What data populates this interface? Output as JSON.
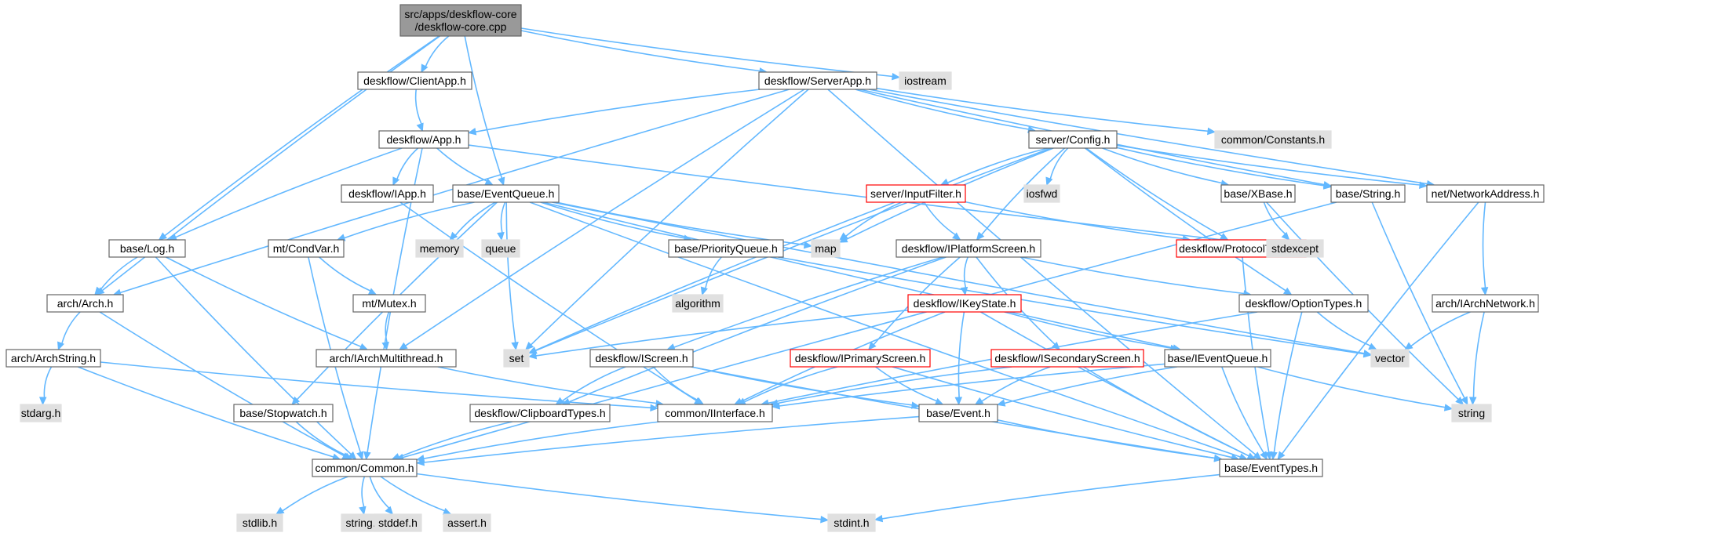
{
  "colors": {
    "edge": "#63b8ff",
    "root_fill": "#999999",
    "root_stroke": "#666666",
    "local_fill": "#ffffff",
    "local_stroke": "#666666",
    "system_fill": "#e0e0e0",
    "system_stroke": "#e0e0e0",
    "incomplete_stroke": "#ff0000"
  },
  "nodes": [
    {
      "id": "root",
      "label": "src/apps/deskflow-core\n/deskflow-core.cpp",
      "kind": "root"
    },
    {
      "id": "clientapp",
      "label": "deskflow/ClientApp.h",
      "kind": "local"
    },
    {
      "id": "serverapp",
      "label": "deskflow/ServerApp.h",
      "kind": "local"
    },
    {
      "id": "iostream",
      "label": "iostream",
      "kind": "system"
    },
    {
      "id": "app",
      "label": "deskflow/App.h",
      "kind": "local"
    },
    {
      "id": "config",
      "label": "server/Config.h",
      "kind": "local"
    },
    {
      "id": "constants",
      "label": "common/Constants.h",
      "kind": "system"
    },
    {
      "id": "iapp",
      "label": "deskflow/IApp.h",
      "kind": "local"
    },
    {
      "id": "eventqueue",
      "label": "base/EventQueue.h",
      "kind": "local"
    },
    {
      "id": "inputfilter",
      "label": "server/InputFilter.h",
      "kind": "incomplete"
    },
    {
      "id": "iosfwd",
      "label": "iosfwd",
      "kind": "system"
    },
    {
      "id": "xbase",
      "label": "base/XBase.h",
      "kind": "local"
    },
    {
      "id": "string_h2",
      "label": "base/String.h",
      "kind": "local"
    },
    {
      "id": "netaddr",
      "label": "net/NetworkAddress.h",
      "kind": "local"
    },
    {
      "id": "log",
      "label": "base/Log.h",
      "kind": "local"
    },
    {
      "id": "condvar",
      "label": "mt/CondVar.h",
      "kind": "local"
    },
    {
      "id": "memory",
      "label": "memory",
      "kind": "system"
    },
    {
      "id": "queue",
      "label": "queue",
      "kind": "system"
    },
    {
      "id": "map",
      "label": "map",
      "kind": "system"
    },
    {
      "id": "pqueue",
      "label": "base/PriorityQueue.h",
      "kind": "local"
    },
    {
      "id": "iplatform",
      "label": "deskflow/IPlatformScreen.h",
      "kind": "local"
    },
    {
      "id": "prototypes",
      "label": "deskflow/ProtocolTypes.h",
      "kind": "incomplete"
    },
    {
      "id": "stdexcept",
      "label": "stdexcept",
      "kind": "system"
    },
    {
      "id": "arch",
      "label": "arch/Arch.h",
      "kind": "local"
    },
    {
      "id": "mutex",
      "label": "mt/Mutex.h",
      "kind": "local"
    },
    {
      "id": "algorithm",
      "label": "algorithm",
      "kind": "system"
    },
    {
      "id": "ikeystate",
      "label": "deskflow/IKeyState.h",
      "kind": "incomplete"
    },
    {
      "id": "optiontypes",
      "label": "deskflow/OptionTypes.h",
      "kind": "local"
    },
    {
      "id": "iarchnet",
      "label": "arch/IArchNetwork.h",
      "kind": "local"
    },
    {
      "id": "archstring",
      "label": "arch/ArchString.h",
      "kind": "local"
    },
    {
      "id": "iarchmt",
      "label": "arch/IArchMultithread.h",
      "kind": "local"
    },
    {
      "id": "set",
      "label": "set",
      "kind": "system"
    },
    {
      "id": "iscreen",
      "label": "deskflow/IScreen.h",
      "kind": "local"
    },
    {
      "id": "iprimary",
      "label": "deskflow/IPrimaryScreen.h",
      "kind": "incomplete"
    },
    {
      "id": "isecondary",
      "label": "deskflow/ISecondaryScreen.h",
      "kind": "incomplete"
    },
    {
      "id": "ieventqueue",
      "label": "base/IEventQueue.h",
      "kind": "local"
    },
    {
      "id": "vector",
      "label": "vector",
      "kind": "system"
    },
    {
      "id": "stdarg",
      "label": "stdarg.h",
      "kind": "system"
    },
    {
      "id": "stopwatch",
      "label": "base/Stopwatch.h",
      "kind": "local"
    },
    {
      "id": "clipboard",
      "label": "deskflow/ClipboardTypes.h",
      "kind": "local"
    },
    {
      "id": "iinterface",
      "label": "common/IInterface.h",
      "kind": "local"
    },
    {
      "id": "event",
      "label": "base/Event.h",
      "kind": "local"
    },
    {
      "id": "string_std",
      "label": "string",
      "kind": "system"
    },
    {
      "id": "common",
      "label": "common/Common.h",
      "kind": "local"
    },
    {
      "id": "eventtypes",
      "label": "base/EventTypes.h",
      "kind": "local"
    },
    {
      "id": "stdlib",
      "label": "stdlib.h",
      "kind": "system"
    },
    {
      "id": "string_h",
      "label": "string.h",
      "kind": "system"
    },
    {
      "id": "stddef",
      "label": "stddef.h",
      "kind": "system"
    },
    {
      "id": "assert",
      "label": "assert.h",
      "kind": "system"
    },
    {
      "id": "stdint",
      "label": "stdint.h",
      "kind": "system"
    }
  ],
  "edges": [
    [
      "root",
      "arch"
    ],
    [
      "root",
      "log"
    ],
    [
      "root",
      "clientapp"
    ],
    [
      "root",
      "eventqueue"
    ],
    [
      "root",
      "serverapp"
    ],
    [
      "root",
      "iostream"
    ],
    [
      "clientapp",
      "app"
    ],
    [
      "serverapp",
      "app"
    ],
    [
      "serverapp",
      "arch"
    ],
    [
      "serverapp",
      "iarchmt"
    ],
    [
      "serverapp",
      "set"
    ],
    [
      "serverapp",
      "config"
    ],
    [
      "serverapp",
      "constants"
    ],
    [
      "serverapp",
      "string_h2"
    ],
    [
      "serverapp",
      "netaddr"
    ],
    [
      "serverapp",
      "eventtypes"
    ],
    [
      "app",
      "log"
    ],
    [
      "app",
      "common"
    ],
    [
      "app",
      "iapp"
    ],
    [
      "app",
      "eventqueue"
    ],
    [
      "app",
      "stdexcept"
    ],
    [
      "iapp",
      "iinterface"
    ],
    [
      "eventqueue",
      "condvar"
    ],
    [
      "eventqueue",
      "memory"
    ],
    [
      "eventqueue",
      "queue"
    ],
    [
      "eventqueue",
      "set"
    ],
    [
      "eventqueue",
      "map"
    ],
    [
      "eventqueue",
      "pqueue"
    ],
    [
      "eventqueue",
      "stopwatch"
    ],
    [
      "eventqueue",
      "ieventqueue"
    ],
    [
      "eventqueue",
      "eventtypes"
    ],
    [
      "eventqueue",
      "vector"
    ],
    [
      "config",
      "inputfilter"
    ],
    [
      "config",
      "iosfwd"
    ],
    [
      "config",
      "xbase"
    ],
    [
      "config",
      "string_h2"
    ],
    [
      "config",
      "netaddr"
    ],
    [
      "config",
      "map"
    ],
    [
      "config",
      "set"
    ],
    [
      "config",
      "iplatform"
    ],
    [
      "config",
      "prototypes"
    ],
    [
      "config",
      "optiontypes"
    ],
    [
      "inputfilter",
      "map"
    ],
    [
      "inputfilter",
      "set"
    ],
    [
      "inputfilter",
      "iplatform"
    ],
    [
      "inputfilter",
      "prototypes"
    ],
    [
      "xbase",
      "stdexcept"
    ],
    [
      "xbase",
      "string_std"
    ],
    [
      "string_h2",
      "common"
    ],
    [
      "string_h2",
      "string_std"
    ],
    [
      "netaddr",
      "iarchnet"
    ],
    [
      "netaddr",
      "eventtypes"
    ],
    [
      "log",
      "arch"
    ],
    [
      "log",
      "iarchmt"
    ],
    [
      "log",
      "common"
    ],
    [
      "condvar",
      "mutex"
    ],
    [
      "condvar",
      "common"
    ],
    [
      "mutex",
      "iarchmt"
    ],
    [
      "pqueue",
      "algorithm"
    ],
    [
      "pqueue",
      "vector"
    ],
    [
      "iplatform",
      "ikeystate"
    ],
    [
      "iplatform",
      "iprimary"
    ],
    [
      "iplatform",
      "isecondary"
    ],
    [
      "iplatform",
      "iscreen"
    ],
    [
      "iplatform",
      "clipboard"
    ],
    [
      "iplatform",
      "optiontypes"
    ],
    [
      "prototypes",
      "eventtypes"
    ],
    [
      "arch",
      "archstring"
    ],
    [
      "arch",
      "common"
    ],
    [
      "archstring",
      "stdarg"
    ],
    [
      "archstring",
      "common"
    ],
    [
      "archstring",
      "iinterface"
    ],
    [
      "ikeystate",
      "iinterface"
    ],
    [
      "ikeystate",
      "event"
    ],
    [
      "ikeystate",
      "ieventqueue"
    ],
    [
      "ikeystate",
      "eventtypes"
    ],
    [
      "ikeystate",
      "set"
    ],
    [
      "optiontypes",
      "vector"
    ],
    [
      "optiontypes",
      "eventtypes"
    ],
    [
      "optiontypes",
      "iinterface"
    ],
    [
      "iarchnet",
      "vector"
    ],
    [
      "iarchnet",
      "string_std"
    ],
    [
      "iarchmt",
      "iinterface"
    ],
    [
      "iscreen",
      "clipboard"
    ],
    [
      "iscreen",
      "iinterface"
    ],
    [
      "iscreen",
      "event"
    ],
    [
      "iscreen",
      "eventtypes"
    ],
    [
      "iprimary",
      "iinterface"
    ],
    [
      "iprimary",
      "event"
    ],
    [
      "iprimary",
      "eventtypes"
    ],
    [
      "isecondary",
      "iinterface"
    ],
    [
      "isecondary",
      "event"
    ],
    [
      "isecondary",
      "eventtypes"
    ],
    [
      "ieventqueue",
      "iinterface"
    ],
    [
      "ieventqueue",
      "event"
    ],
    [
      "ieventqueue",
      "eventtypes"
    ],
    [
      "ieventqueue",
      "string_std"
    ],
    [
      "stopwatch",
      "common"
    ],
    [
      "clipboard",
      "common"
    ],
    [
      "iinterface",
      "common"
    ],
    [
      "event",
      "common"
    ],
    [
      "event",
      "eventtypes"
    ],
    [
      "common",
      "stdlib"
    ],
    [
      "common",
      "string_h"
    ],
    [
      "common",
      "stddef"
    ],
    [
      "common",
      "assert"
    ],
    [
      "common",
      "stdint"
    ],
    [
      "eventtypes",
      "stdint"
    ]
  ]
}
